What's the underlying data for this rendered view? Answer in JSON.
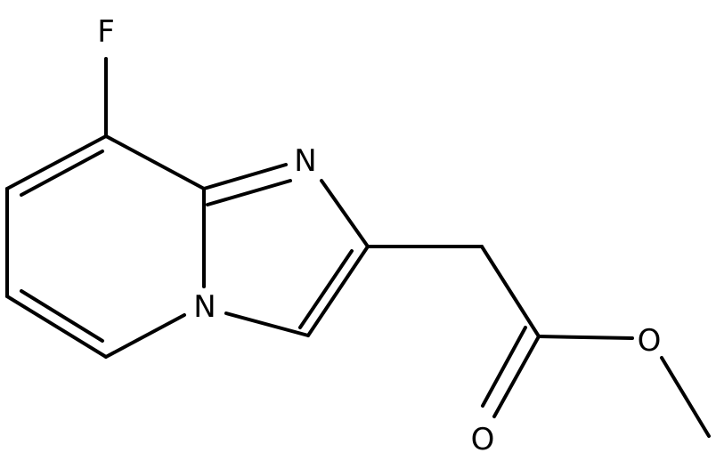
{
  "molecule": {
    "atoms": {
      "fluorine": "F",
      "imidazole_nitrogen": "N",
      "bridgehead_nitrogen": "N",
      "carbonyl_oxygen": "O",
      "ester_oxygen": "O"
    },
    "bond_color": "#000000",
    "label_color": "#000000",
    "background_color": "#ffffff"
  }
}
